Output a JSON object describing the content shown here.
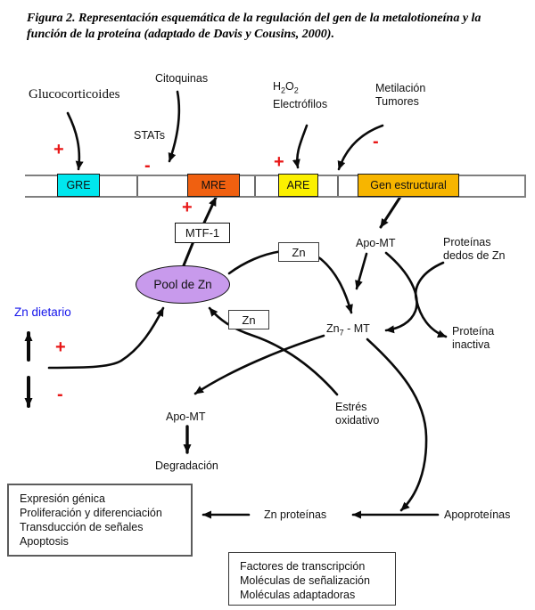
{
  "figure": {
    "title": "Figura 2. Representación esquemática de la regulación del gen de la metalotioneína y la función de la proteína (adaptado de Davis y Cousins, 2000)."
  },
  "signals": {
    "glucocorticoides": "Glucocorticoides",
    "citoquinas": "Citoquinas",
    "stats": "STATs",
    "h2o2": {
      "b1": "H",
      "s1": "2",
      "b2": "O",
      "s2": "2"
    },
    "electrofilos": "Electrófilos",
    "metilacion": "Metilación",
    "tumores": "Tumores"
  },
  "signs": {
    "plus": "+",
    "minus": "-"
  },
  "gene_bar": {
    "gre": "GRE",
    "mre": "MRE",
    "are": "ARE",
    "gen_estructural": "Gen estructural"
  },
  "nodes": {
    "mtf1": "MTF-1",
    "pool_de_zn": "Pool de Zn",
    "zn_carrier_1": "Zn",
    "zn_carrier_2": "Zn",
    "zn_dietario": "Zn dietario",
    "apo_mt_top": "Apo-MT",
    "proteinas_dedos_line1": "Proteínas",
    "proteinas_dedos_line2": "dedos de Zn",
    "zn7_mt": {
      "base": "Zn",
      "sub": "7",
      "rest": " - MT"
    },
    "proteina_inactiva_line1": "Proteína",
    "proteina_inactiva_line2": "inactiva",
    "estres_line1": "Estrés",
    "estres_line2": "oxidativo",
    "apo_mt_bottom": "Apo-MT",
    "degradacion": "Degradación",
    "zn_proteinas": "Zn proteínas",
    "apoproteinas": "Apoproteínas"
  },
  "outcomes_box": {
    "items": [
      "Expresión génica",
      "Proliferación y diferenciación",
      "Transducción de señales",
      "Apoptosis"
    ]
  },
  "functions_box": {
    "items": [
      "Factores de transcripción",
      "Moléculas de señalización",
      "Moléculas adaptadoras"
    ]
  },
  "colors": {
    "gre_fill": "#00e7ee",
    "mre_fill": "#f06010",
    "are_fill": "#fbf000",
    "gen_estructural_fill": "#f7b500",
    "pool_fill": "#c89aec",
    "zn_dietario_text": "#1414eb",
    "sign_red": "#e81717",
    "bar_gray": "#7f7f7f"
  }
}
